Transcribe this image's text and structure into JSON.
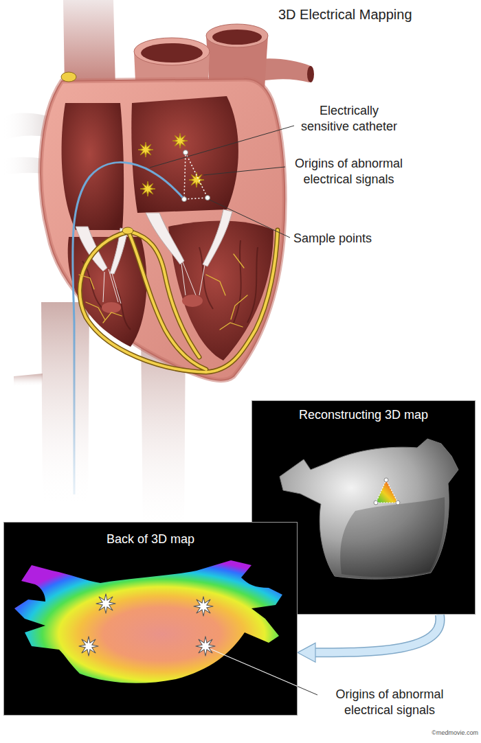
{
  "diagram": {
    "title": "3D Electrical Mapping",
    "nodes": [
      {
        "text": [
          "Reconstructing 3D map"
        ]
      },
      {
        "text": [
          "Back of 3D map"
        ]
      }
    ],
    "edges": [
      {
        "from": 0,
        "to": 1,
        "arrow": "to"
      }
    ],
    "labels": [
      "Electrically sensitive catheter",
      "Origins of abnormal electrical signals",
      "Sample points",
      "Origins of abnormal electrical signals",
      "©medmovie.com"
    ]
  }
}
